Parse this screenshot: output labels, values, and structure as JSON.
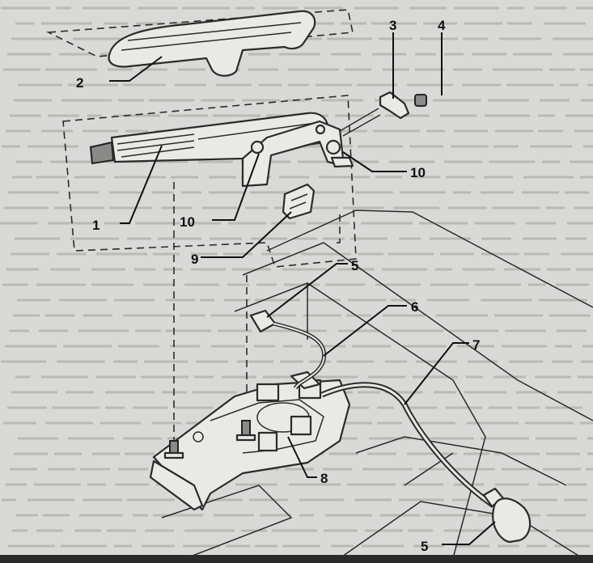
{
  "callouts": [
    {
      "id": "c1",
      "text": "1"
    },
    {
      "id": "c2",
      "text": "2"
    },
    {
      "id": "c3",
      "text": "3"
    },
    {
      "id": "c4",
      "text": "4"
    },
    {
      "id": "c5a",
      "text": "5"
    },
    {
      "id": "c5b",
      "text": "5"
    },
    {
      "id": "c6",
      "text": "6"
    },
    {
      "id": "c7",
      "text": "7"
    },
    {
      "id": "c8",
      "text": "8"
    },
    {
      "id": "c9",
      "text": "9"
    },
    {
      "id": "c10a",
      "text": "10"
    },
    {
      "id": "c10b",
      "text": "10"
    }
  ]
}
